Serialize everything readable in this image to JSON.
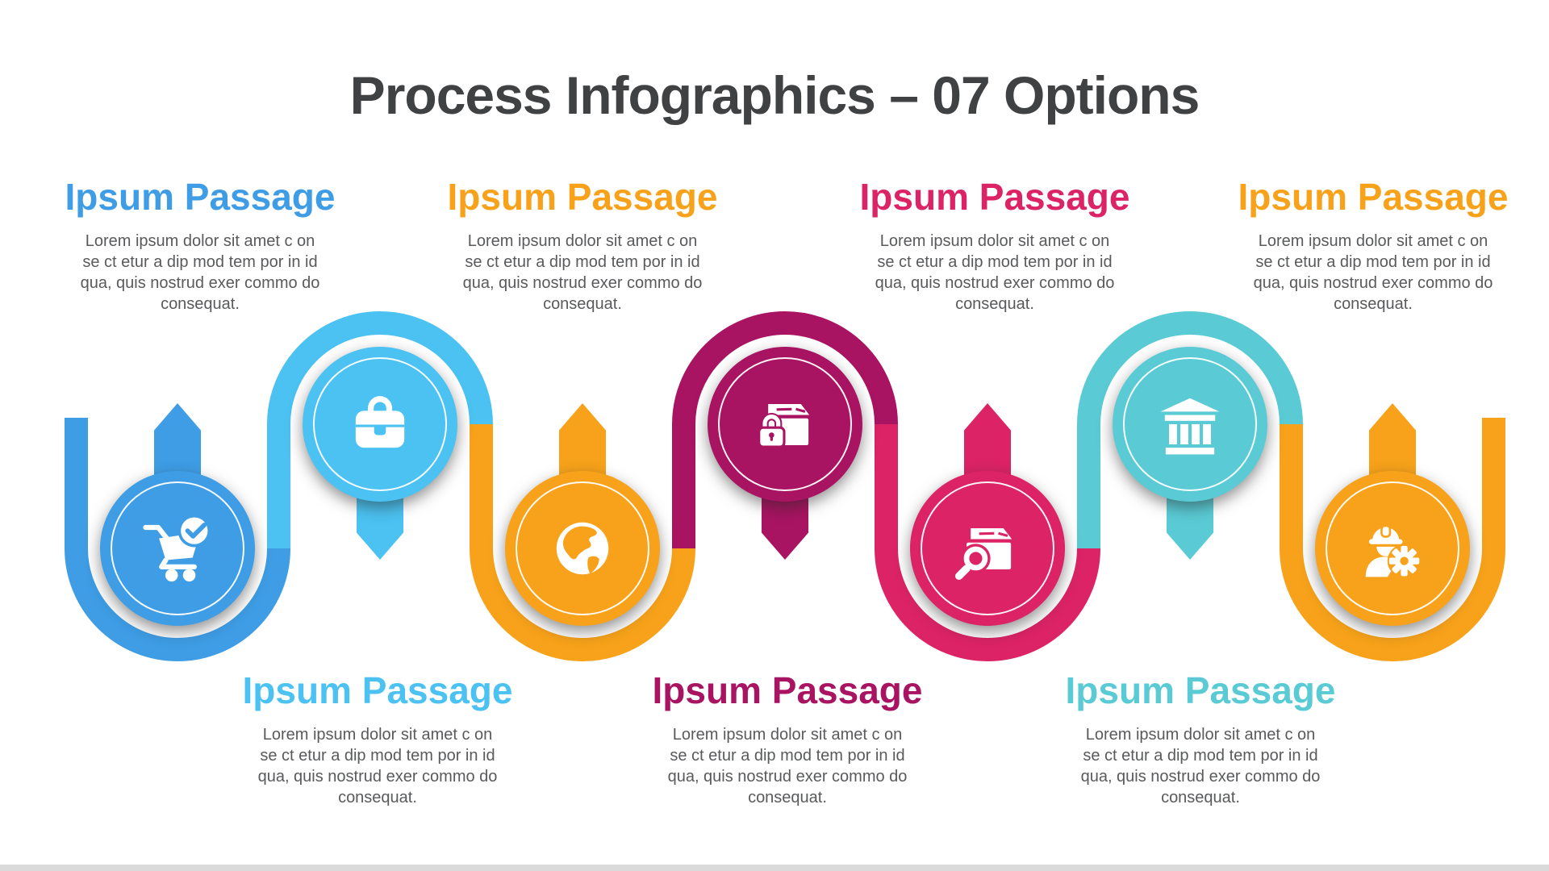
{
  "title": "Process Infographics – 07 Options",
  "colors": {
    "step1": "#3E9DE5",
    "step2": "#4BC2F1",
    "step3": "#F7A21A",
    "step4": "#A81461",
    "step5": "#DB2365",
    "step6": "#5ACBD5",
    "step7": "#F7A21A",
    "title-color": "#3F4143",
    "body-color": "#595A5C",
    "footer-bar": "#DADADA"
  },
  "steps": [
    {
      "index": 1,
      "heading": "Ipsum Passage",
      "icon": "cart-check-icon",
      "color": "#3E9DE5",
      "text_row": "top",
      "body": "Lorem ipsum dolor sit  amet c on\nse ct etur  a dip mod tem por in id\nqua, quis nostrud exer commo do\nconsequat."
    },
    {
      "index": 2,
      "heading": "Ipsum Passage",
      "icon": "briefcase-icon",
      "color": "#4BC2F1",
      "text_row": "bottom",
      "body": "Lorem ipsum dolor sit  amet c on\nse ct etur  a dip mod tem por in id\nqua, quis nostrud exer commo do\nconsequat."
    },
    {
      "index": 3,
      "heading": "Ipsum Passage",
      "icon": "globe-icon",
      "color": "#F7A21A",
      "text_row": "top",
      "body": "Lorem ipsum dolor sit  amet c on\nse ct etur  a dip mod tem por in id\nqua, quis nostrud exer commo do\nconsequat."
    },
    {
      "index": 4,
      "heading": "Ipsum Passage",
      "icon": "box-lock-icon",
      "color": "#A81461",
      "text_row": "bottom",
      "body": "Lorem ipsum dolor sit  amet c on\nse ct etur  a dip mod tem por in id\nqua, quis nostrud exer commo do\nconsequat."
    },
    {
      "index": 5,
      "heading": "Ipsum Passage",
      "icon": "box-search-icon",
      "color": "#DB2365",
      "text_row": "top",
      "body": "Lorem ipsum dolor sit  amet c on\nse ct etur  a dip mod tem por in id\nqua, quis nostrud exer commo do\nconsequat."
    },
    {
      "index": 6,
      "heading": "Ipsum Passage",
      "icon": "bank-icon",
      "color": "#5ACBD5",
      "text_row": "bottom",
      "body": "Lorem ipsum dolor sit  amet c on\nse ct etur  a dip mod tem por in id\nqua, quis nostrud exer commo do\nconsequat."
    },
    {
      "index": 7,
      "heading": "Ipsum Passage",
      "icon": "worker-gear-icon",
      "color": "#F7A21A",
      "text_row": "top",
      "body": "Lorem ipsum dolor sit  amet c on\nse ct etur  a dip mod tem por in id\nqua, quis nostrud exer commo do\nconsequat."
    }
  ]
}
